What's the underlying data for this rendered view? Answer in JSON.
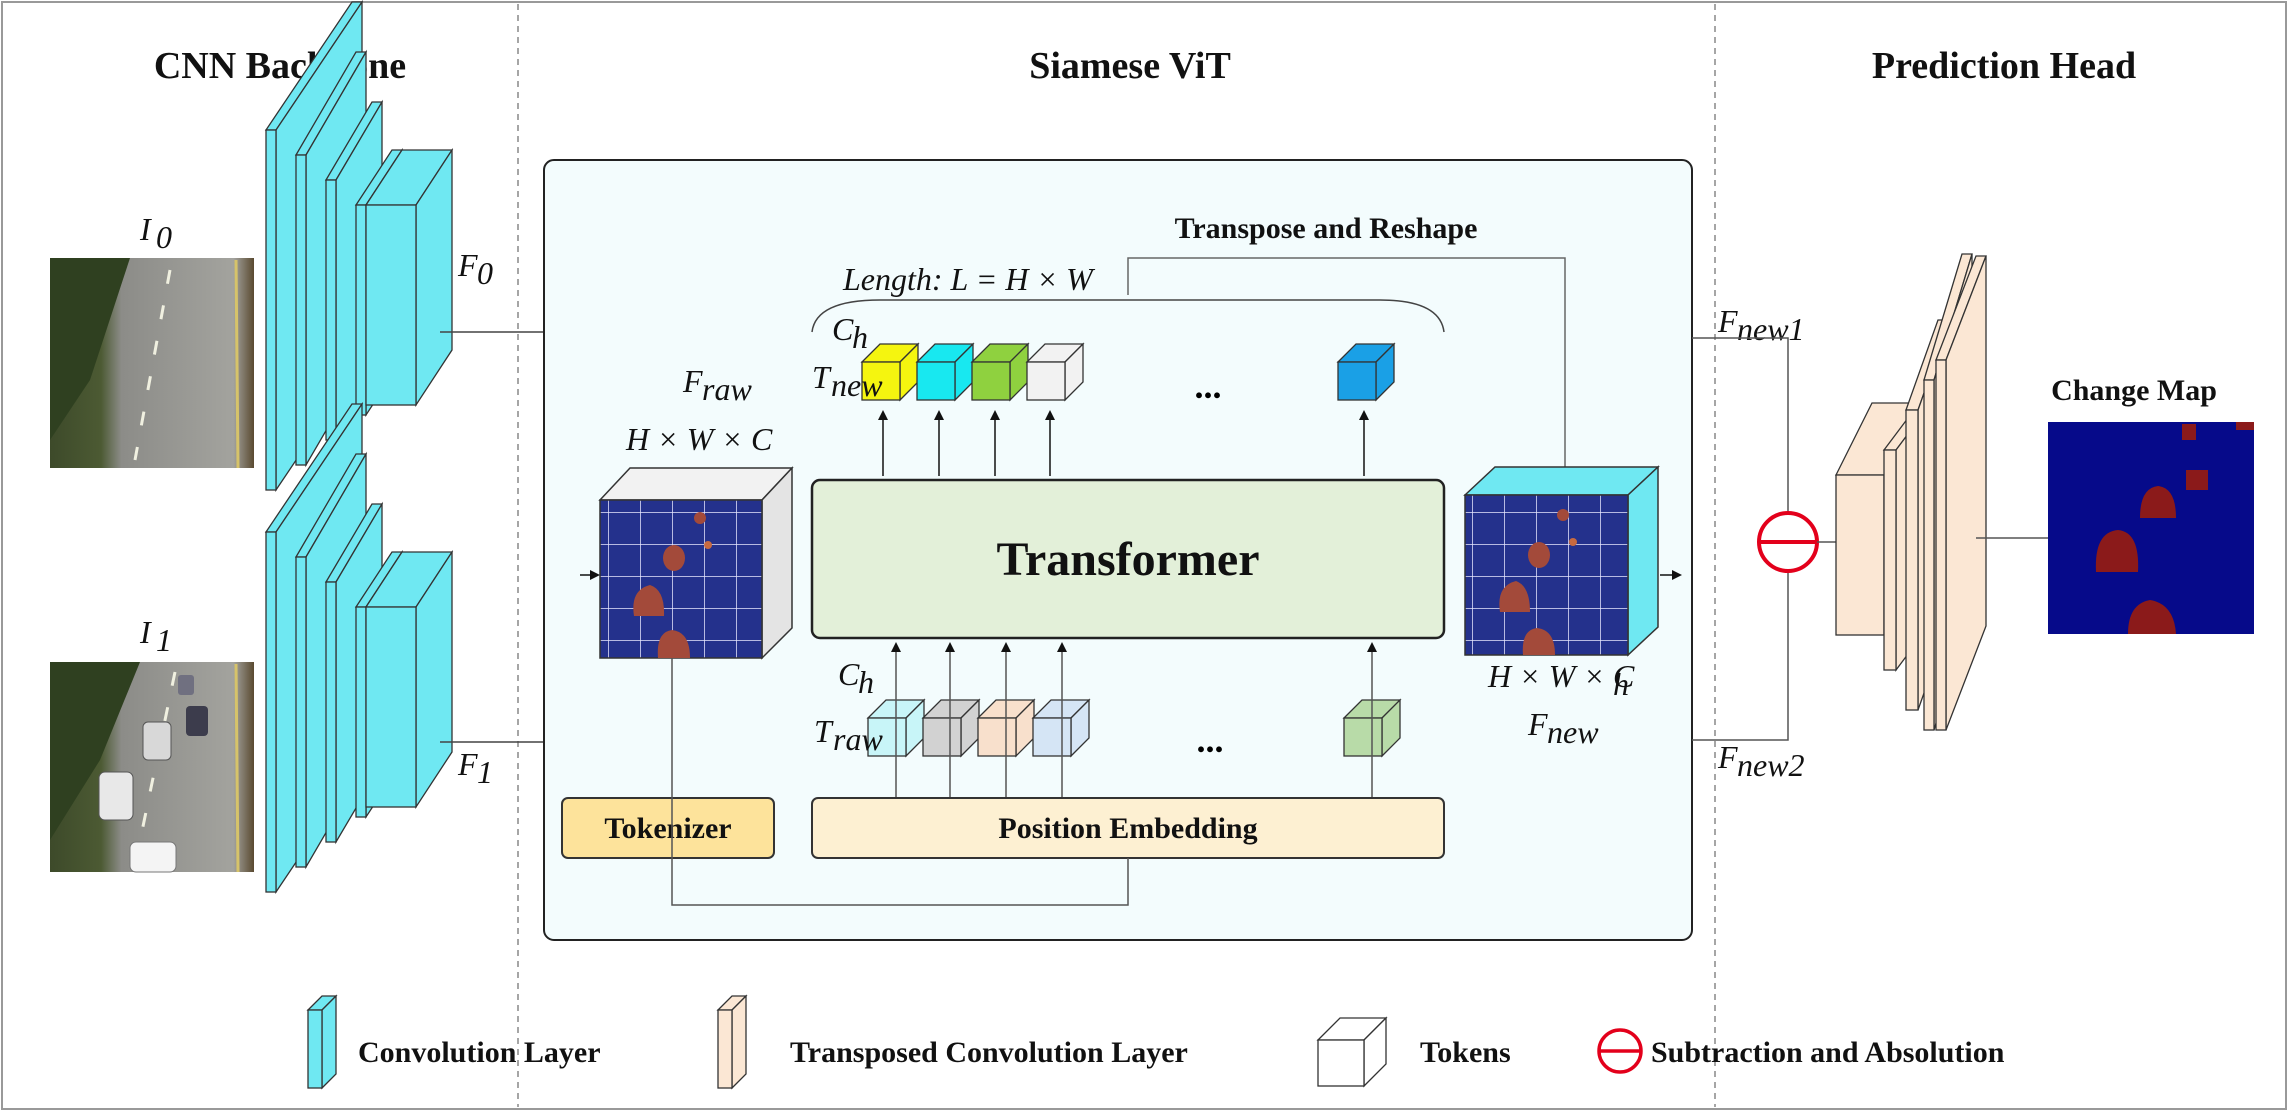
{
  "sections": {
    "cnn_backbone": "CNN Backbone",
    "siamese_vit": "Siamese ViT",
    "prediction_head": "Prediction Head"
  },
  "inputs": {
    "image0_label": "I",
    "image0_sub": "0",
    "image1_label": "I",
    "image1_sub": "1"
  },
  "features": {
    "f0": "F",
    "f0_sub": "0",
    "f1": "F",
    "f1_sub": "1",
    "f_raw": "F",
    "f_raw_sub": "raw",
    "f_new": "F",
    "f_new_sub": "new",
    "f_new1": "F",
    "f_new1_sub": "new1",
    "f_new2": "F",
    "f_new2_sub": "new2"
  },
  "vit": {
    "transpose_reshape": "Transpose and Reshape",
    "length_label": "Length: L = H × W",
    "ch_top": "C",
    "ch_top_sub": "h",
    "t_new": "T",
    "t_new_sub": "new",
    "ch_bottom": "C",
    "ch_bottom_sub": "h",
    "t_raw": "T",
    "t_raw_sub": "raw",
    "dims_raw": "H × W × C",
    "dims_new": "H × W × C",
    "dims_new_sub": "h",
    "ellipsis": "...",
    "transformer": "Transformer",
    "tokenizer": "Tokenizer",
    "position_embedding": "Position Embedding"
  },
  "output": {
    "change_map": "Change Map"
  },
  "legend": {
    "convolution": "Convolution Layer",
    "transposed": "Transposed Convolution Layer",
    "tokens": "Tokens",
    "subtraction": "Subtraction and Absolution"
  },
  "colors": {
    "conv": "#6fe8f2",
    "transposed": "#fbe7d4",
    "vit_panel": "#f3fcfd",
    "transformer": "#e3f0d9",
    "tokenizer": "#fde39b",
    "position_embedding": "#fdf0d2",
    "feature_grid": "#24318c",
    "change_bg": "#060a8a",
    "change_blob": "#8b1a1a",
    "subtraction": "#e3001b"
  },
  "tokens_new_colors": [
    "#f5f50f",
    "#18e8f0",
    "#8fd13f",
    "#f2f2f2"
  ],
  "token_new_last_color": "#1aa0e6",
  "tokens_raw_colors": [
    "#c8f5f8",
    "#d2d2d2",
    "#f8e0cc",
    "#d5e5f5"
  ],
  "token_raw_last_color": "#b8dba8"
}
